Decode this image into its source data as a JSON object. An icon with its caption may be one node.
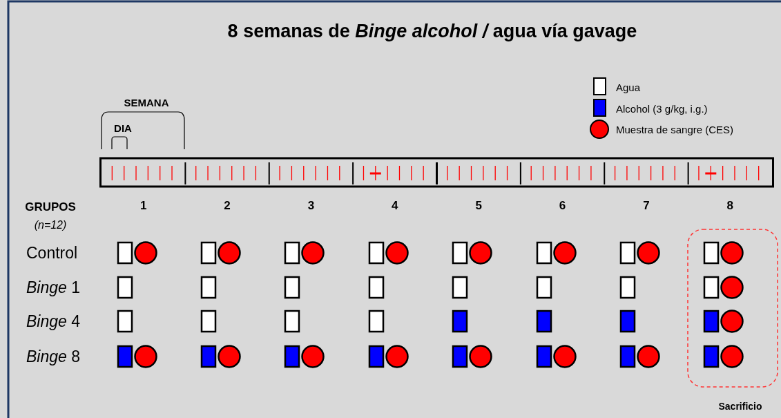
{
  "diagram": {
    "title": "8 semanas de *Binge alcohol /* agua vía gavage",
    "labels": [
      "SEMANA",
      "DIA",
      "GRUPOS",
      "(n=12)",
      "1",
      "2",
      "3",
      "4",
      "5",
      "6",
      "7",
      "8",
      "Control",
      "*Binge* 1",
      "*Binge* 4",
      "*Binge* 8",
      "Sacrificio"
    ],
    "legend": [
      {
        "text": "Agua",
        "color": "#ffffff"
      },
      {
        "text": "Alcohol (3 g/kg, i.g.)",
        "color": "#0000ff"
      },
      {
        "text": "Muestra de sangre (CES)",
        "color": "#ff0000"
      }
    ]
  }
}
